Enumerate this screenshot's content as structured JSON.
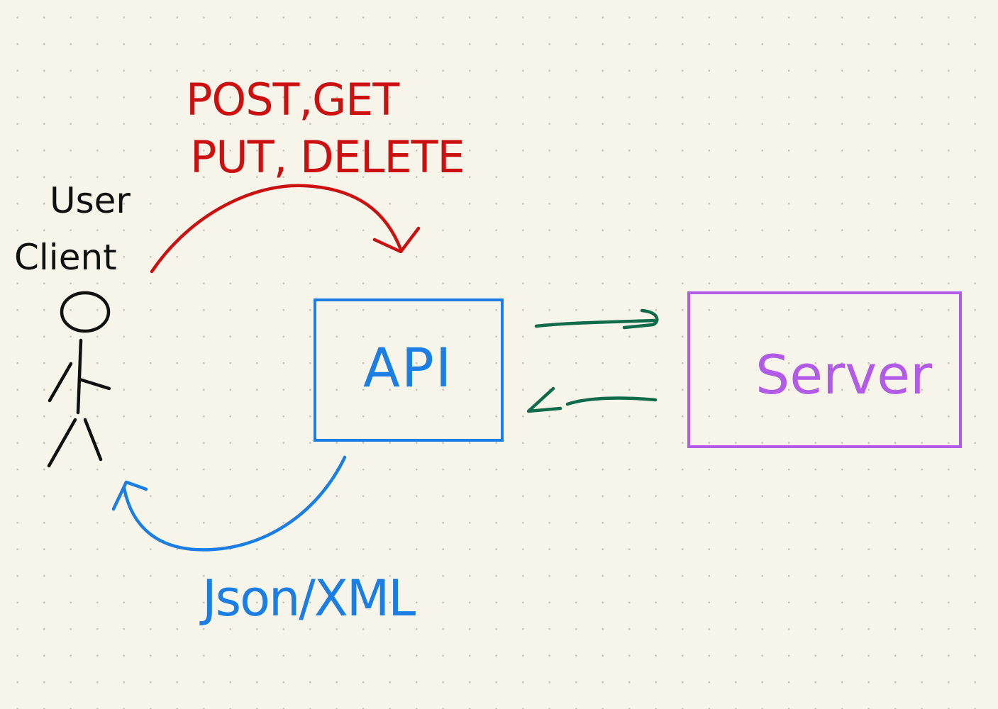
{
  "colors": {
    "background": "#f7f5ea",
    "user": "#111111",
    "request": "#cc1010",
    "api": "#1a7ee6",
    "server": "#b15be8",
    "internal": "#0f6b4a",
    "response": "#1a7ee6"
  },
  "actor": {
    "line1": "User",
    "line2": "Client",
    "icon": "stick-figure-icon"
  },
  "request": {
    "line1": "POST,GET",
    "line2": "PUT, DELETE"
  },
  "api": {
    "label": "API"
  },
  "server": {
    "label": "Server"
  },
  "response": {
    "label": "Json/XML"
  }
}
